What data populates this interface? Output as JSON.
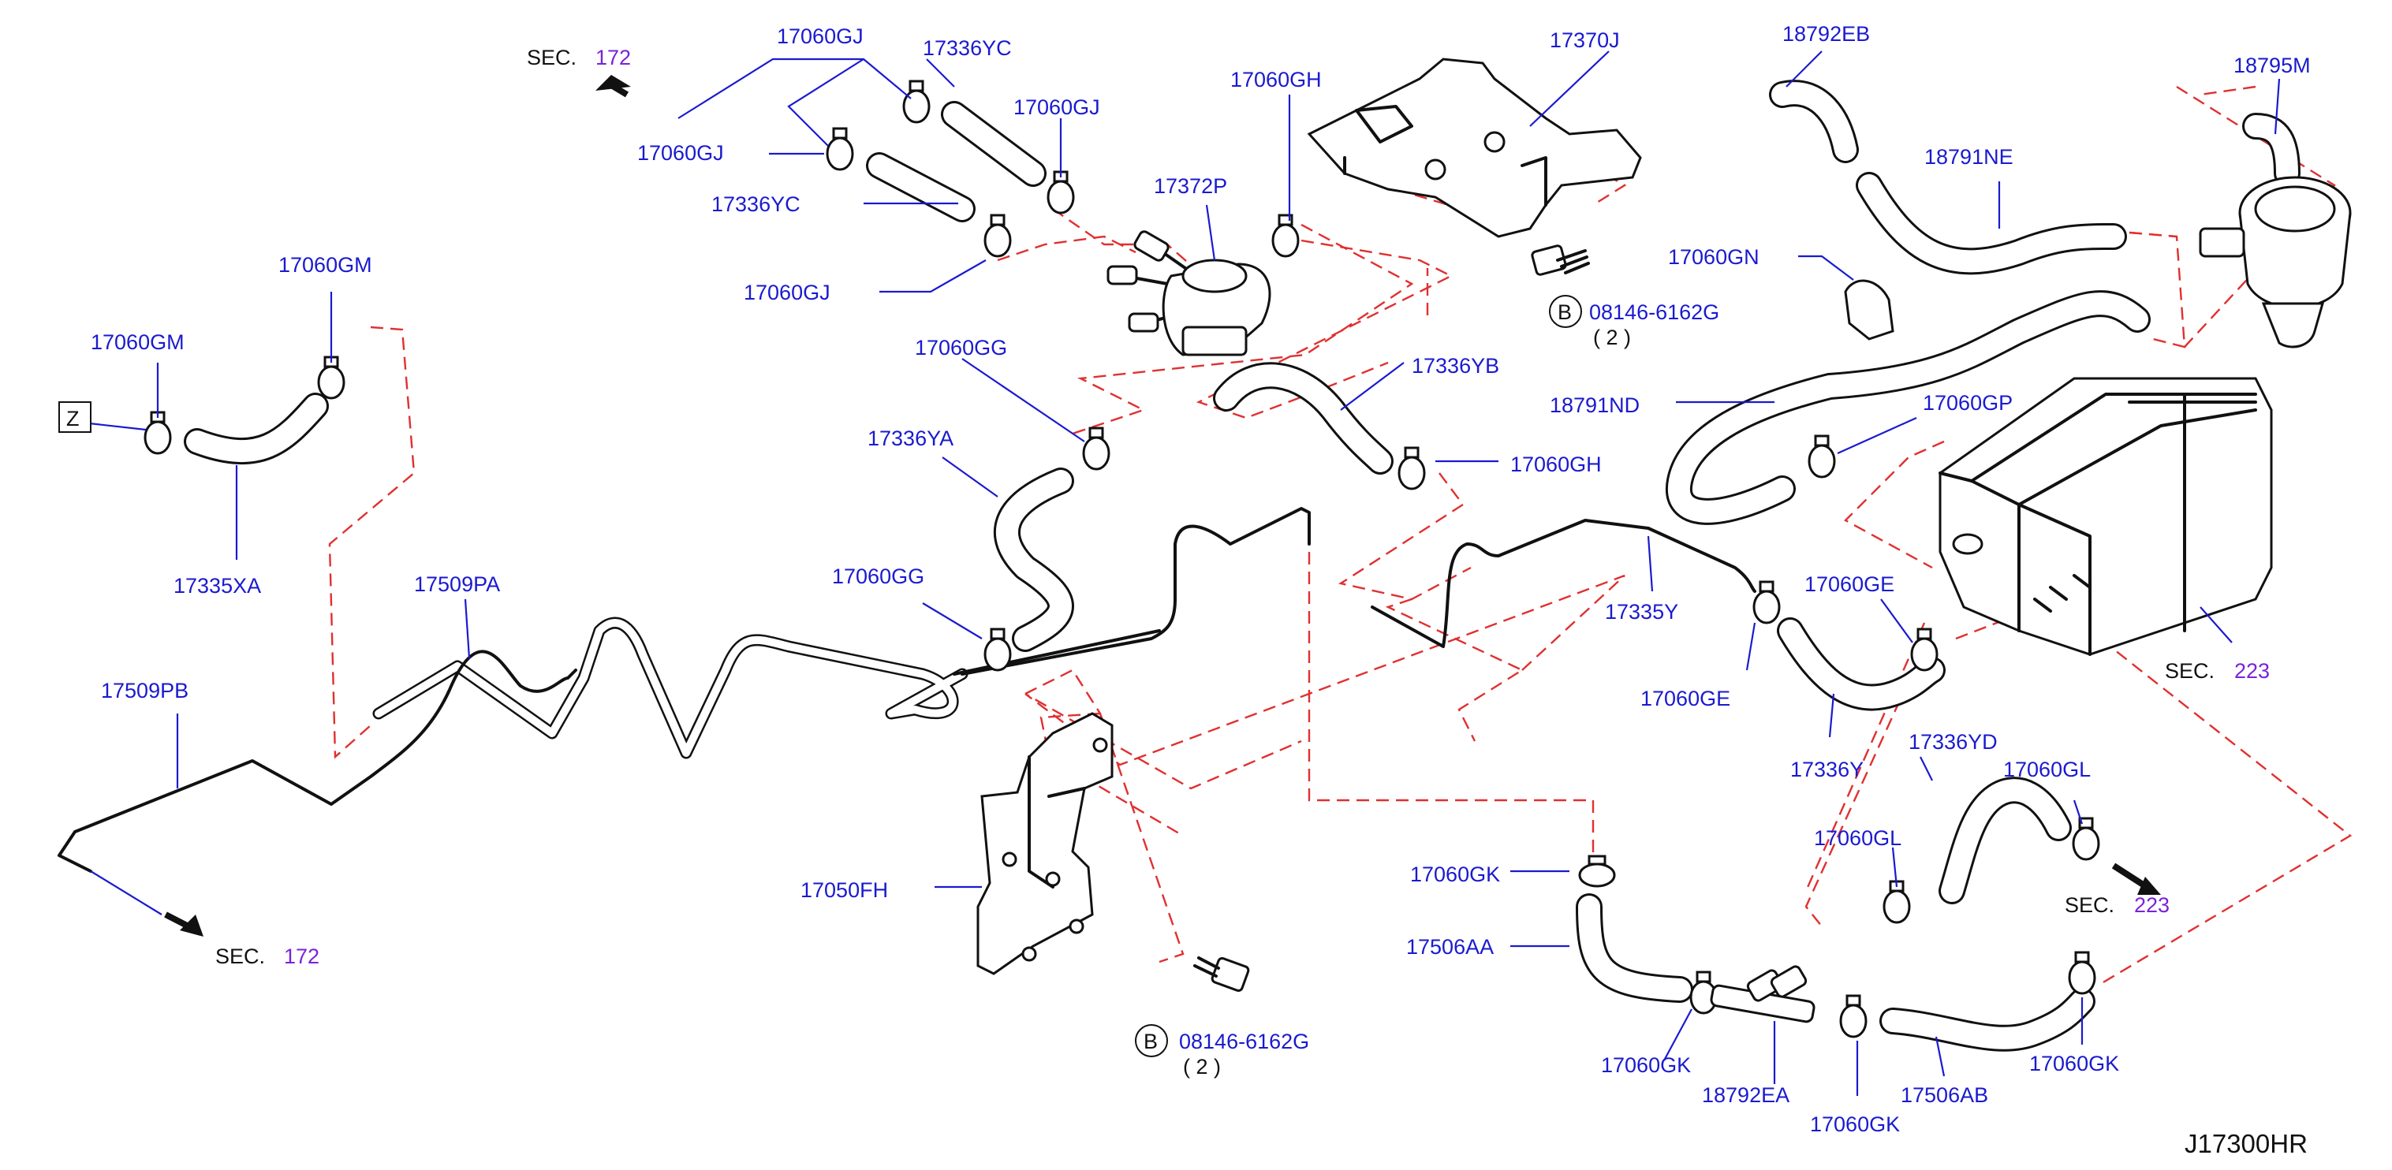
{
  "drawing_id": "J17300HR",
  "sec_prefix": "SEC.",
  "sec_refs": {
    "a": "172",
    "b": "172",
    "c": "223",
    "d": "223"
  },
  "callout": "Z",
  "bolt_marker": "B",
  "parts": {
    "p17060gj_top": "17060GJ",
    "p17336yc_top": "17336YC",
    "p17060gj_mid": "17060GJ",
    "p17060gj_left": "17060GJ",
    "p17336yc_left": "17336YC",
    "p17060gj_low": "17060GJ",
    "p17060gh_top": "17060GH",
    "p17372p": "17372P",
    "p17370j": "17370J",
    "p18792eb": "18792EB",
    "p18795m": "18795M",
    "p18791ne": "18791NE",
    "p17060gn": "17060GN",
    "p08146_top": "08146-6162G",
    "p08146_top_qty": "( 2 )",
    "p17060gm_top": "17060GM",
    "p17060gm_left": "17060GM",
    "p17060gg_top": "17060GG",
    "p17336yb": "17336YB",
    "p18791nd": "18791ND",
    "p17060gp": "17060GP",
    "p17336ya": "17336YA",
    "p17060gh_mid": "17060GH",
    "p17335xa": "17335XA",
    "p17509pa": "17509PA",
    "p17060gg_low": "17060GG",
    "p17335y": "17335Y",
    "p17060ge_right": "17060GE",
    "p17060ge_left": "17060GE",
    "p17509pb": "17509PB",
    "p17336y": "17336Y",
    "p17336yd": "17336YD",
    "p17060gl_right": "17060GL",
    "p17060gl_left": "17060GL",
    "p17050fh": "17050FH",
    "p17060gk_top": "17060GK",
    "p17506aa": "17506AA",
    "p08146_low": "08146-6162G",
    "p08146_low_qty": "( 2 )",
    "p17060gk_left": "17060GK",
    "p18792ea": "18792EA",
    "p17060gk_low": "17060GK",
    "p17506ab": "17506AB",
    "p17060gk_right": "17060GK"
  }
}
